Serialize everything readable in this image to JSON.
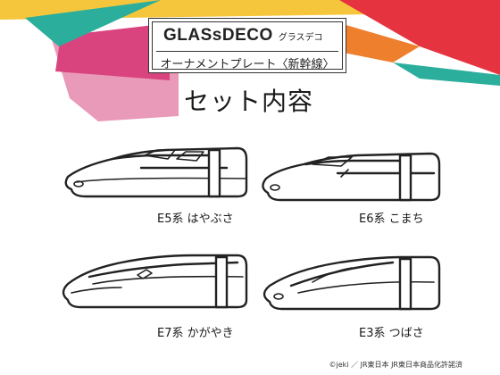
{
  "header": {
    "brand_logo": "GLASsDECO",
    "brand_katakana": "グラスデコ",
    "product_name": "オーナメントプレート〈新幹線〉"
  },
  "section_title": "セット内容",
  "trains": [
    {
      "caption": "E5系 はやぶさ",
      "icon": "e5-hayabusa-icon"
    },
    {
      "caption": "E6系 こまち",
      "icon": "e6-komachi-icon"
    },
    {
      "caption": "E7系 かがやき",
      "icon": "e7-kagayaki-icon"
    },
    {
      "caption": "E3系 つばさ",
      "icon": "e3-tsubasa-icon"
    }
  ],
  "footer": "©jeki ／ JR東日本 JR東日本商品化許諾済",
  "colors": {
    "yellow": "#F5C63C",
    "pink": "#D9447F",
    "teal": "#2BAE9C",
    "light_pink": "#E99AB8",
    "orange": "#EE7F2D",
    "red": "#E53440"
  }
}
